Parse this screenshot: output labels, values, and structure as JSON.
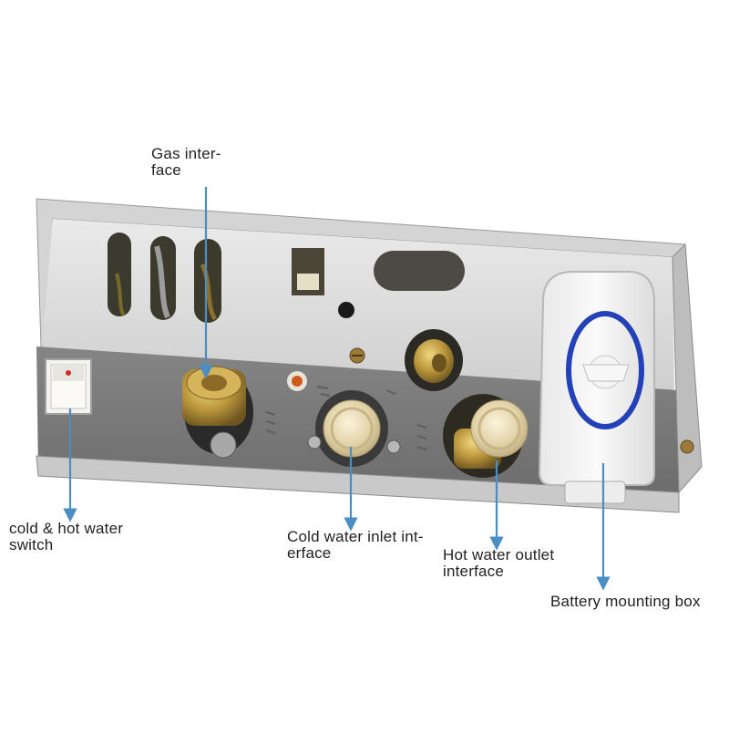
{
  "labels": {
    "gas": "Gas inter-\nface",
    "switch": "cold & hot water\nswitch",
    "cold": "Cold water inlet int-\nerface",
    "hot": "Hot water outlet\ninterface",
    "battery": "Battery mounting box"
  },
  "colors": {
    "arrow": "#4a8ec6",
    "panel_top": "#dcdcdc",
    "panel_gray": "#7d7d7d",
    "brass": "#b8943a",
    "battery_ring": "#2341b8"
  },
  "icons": [
    "rocker-switch",
    "indicator-led",
    "screw",
    "brass-pipe-fitting",
    "water-filter-cap",
    "valve-knob"
  ]
}
